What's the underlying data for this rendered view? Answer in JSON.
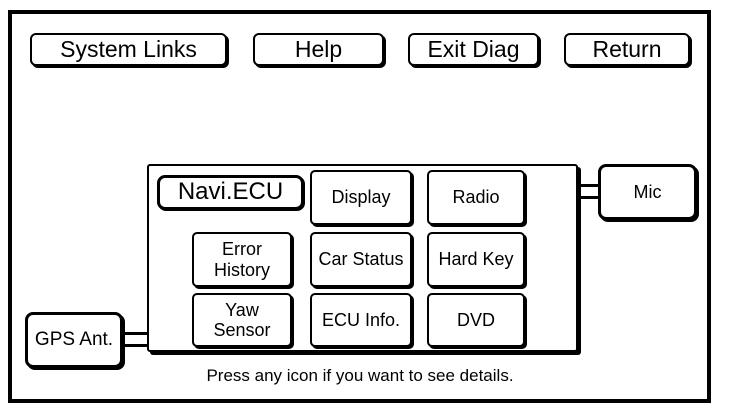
{
  "window": {
    "footer_text": "Press any icon if you want to see details."
  },
  "toolbar": {
    "system_links_label": "System Links",
    "help_label": "Help",
    "exit_diag_label": "Exit Diag",
    "return_label": "Return"
  },
  "main_unit": {
    "title": "Navi.ECU",
    "buttons": [
      {
        "label": "Display"
      },
      {
        "label": "Radio"
      },
      {
        "label": "Error\nHistory"
      },
      {
        "label": "Car Status"
      },
      {
        "label": "Hard Key"
      },
      {
        "label": "Yaw\nSensor"
      },
      {
        "label": "ECU Info."
      },
      {
        "label": "DVD"
      }
    ]
  },
  "peripherals": {
    "mic_label": "Mic",
    "gps_label": "GPS Ant."
  },
  "colors": {
    "background": "#ffffff",
    "foreground": "#000000"
  }
}
